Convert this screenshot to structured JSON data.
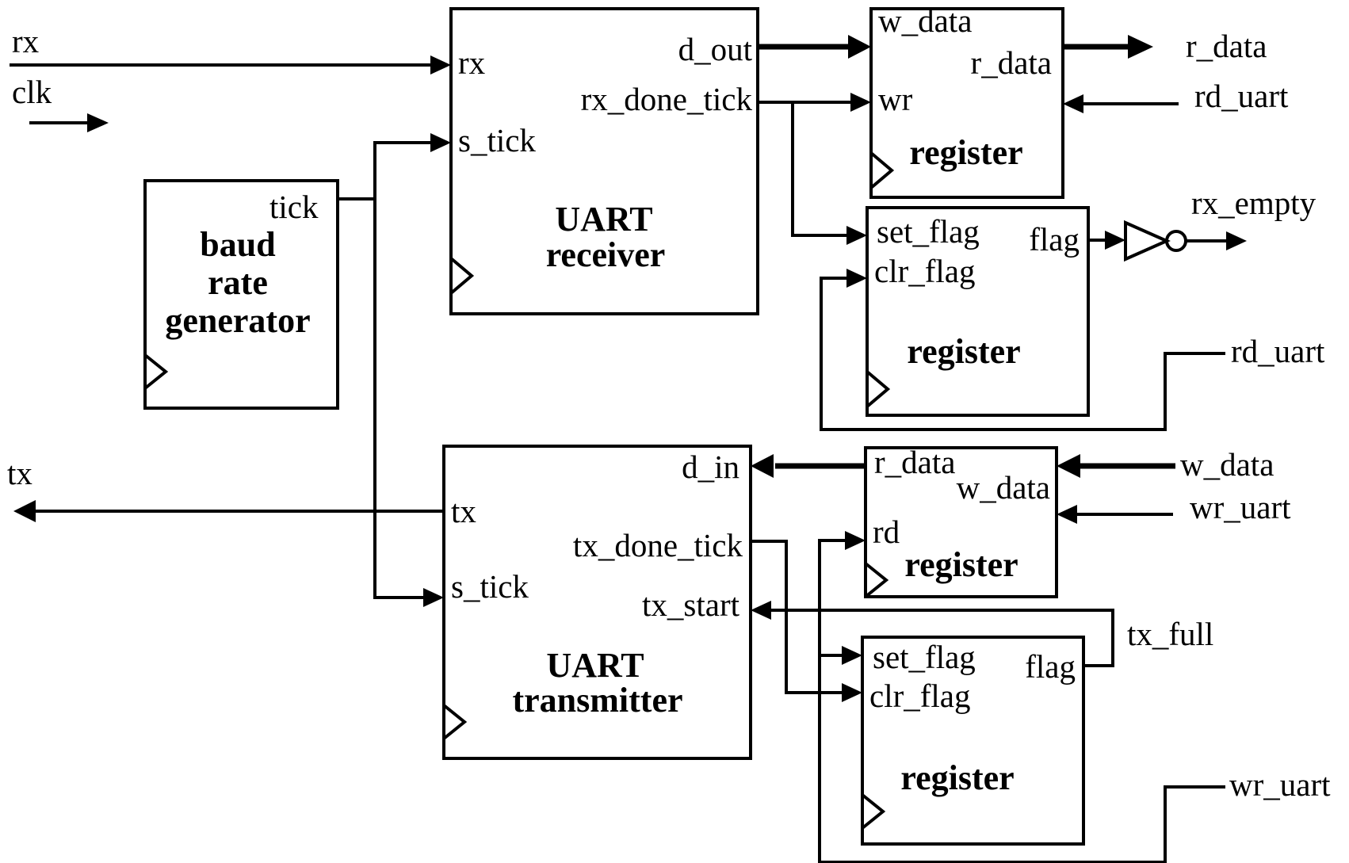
{
  "external_signals": {
    "rx": "rx",
    "clk": "clk",
    "tx": "tx",
    "r_data": "r_data",
    "rd_uart_top": "rd_uart",
    "rx_empty": "rx_empty",
    "rd_uart_flag": "rd_uart",
    "w_data": "w_data",
    "wr_uart_top": "wr_uart",
    "tx_full": "tx_full",
    "wr_uart_flag": "wr_uart"
  },
  "blocks": {
    "baud_gen": {
      "title": [
        "baud",
        "rate",
        "generator"
      ],
      "ports": {
        "tick": "tick"
      }
    },
    "uart_rx": {
      "title": [
        "UART",
        "receiver"
      ],
      "ports": {
        "rx": "rx",
        "s_tick": "s_tick",
        "d_out": "d_out",
        "rx_done_tick": "rx_done_tick"
      }
    },
    "uart_tx": {
      "title": [
        "UART",
        "transmitter"
      ],
      "ports": {
        "d_in": "d_in",
        "tx": "tx",
        "tx_done_tick": "tx_done_tick",
        "s_tick": "s_tick",
        "tx_start": "tx_start"
      }
    },
    "rx_data_reg": {
      "title": "register",
      "ports": {
        "w_data": "w_data",
        "r_data": "r_data",
        "wr": "wr"
      }
    },
    "rx_flag_reg": {
      "title": "register",
      "ports": {
        "set_flag": "set_flag",
        "clr_flag": "clr_flag",
        "flag": "flag"
      }
    },
    "tx_data_reg": {
      "title": "register",
      "ports": {
        "r_data": "r_data",
        "w_data": "w_data",
        "rd": "rd"
      }
    },
    "tx_flag_reg": {
      "title": "register",
      "ports": {
        "set_flag": "set_flag",
        "clr_flag": "clr_flag",
        "flag": "flag"
      }
    }
  }
}
